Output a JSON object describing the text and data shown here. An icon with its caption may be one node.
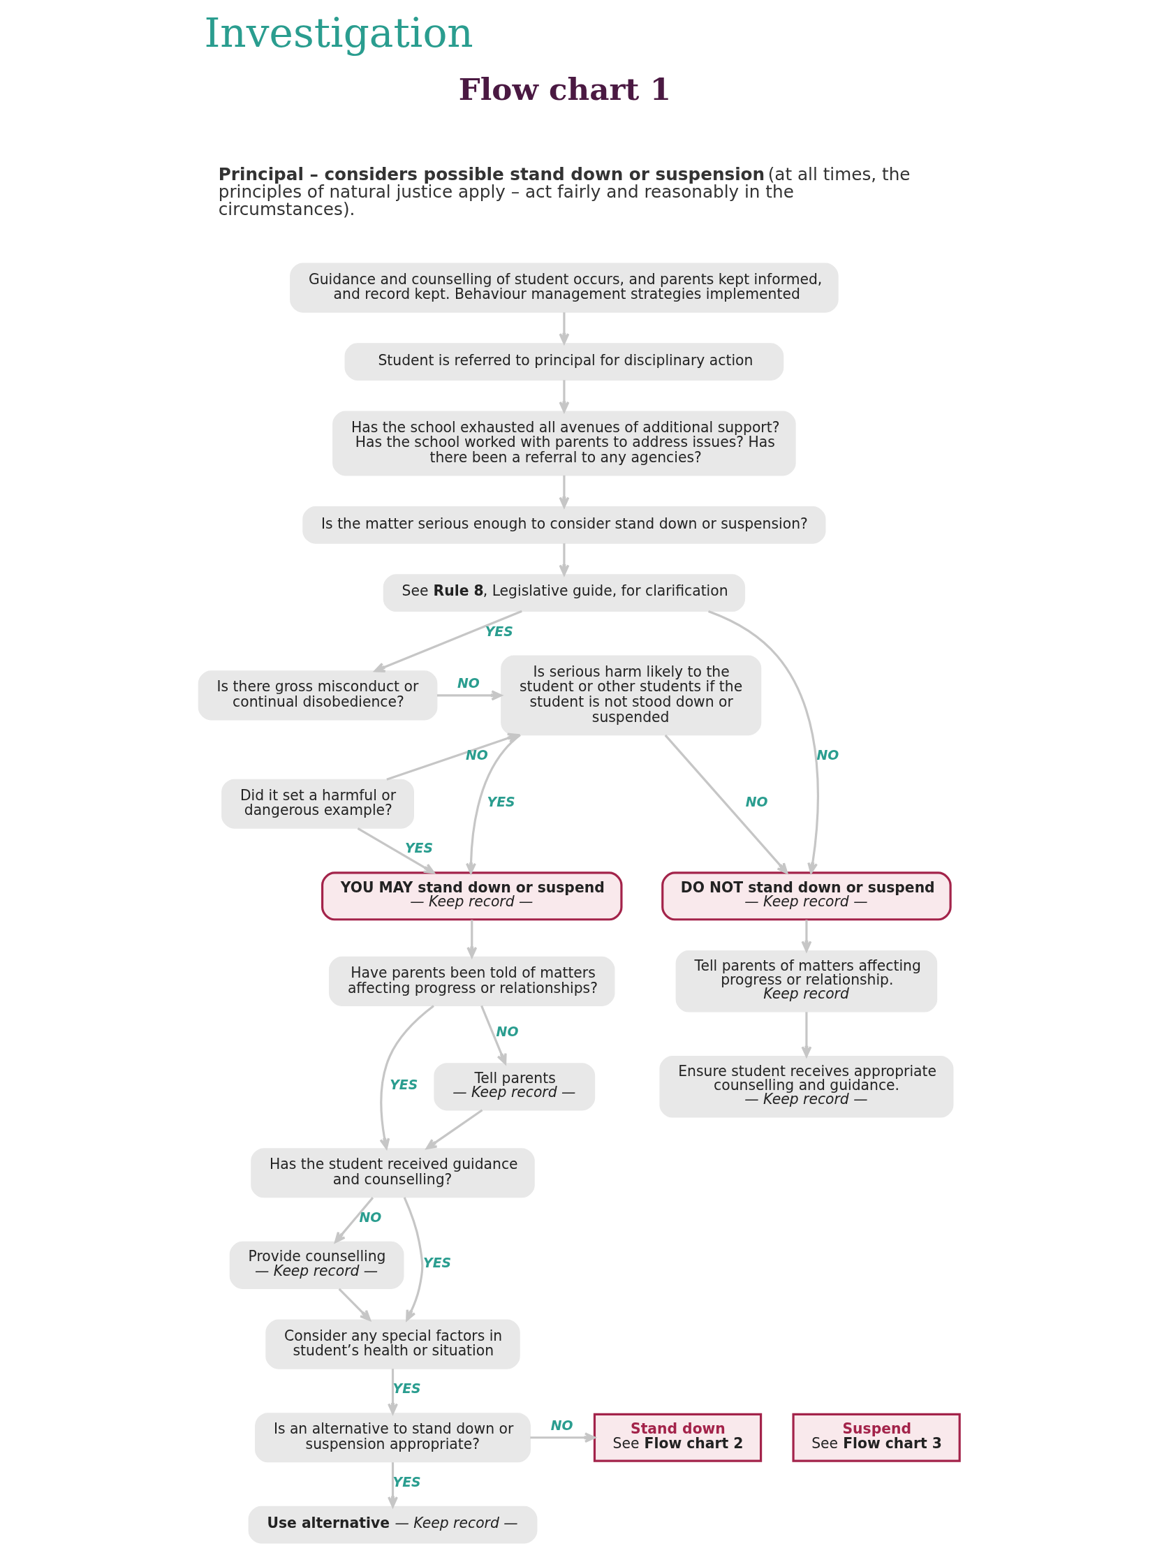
{
  "diagram": {
    "title": "Investigation",
    "nodes": [
      {
        "text": [
          "Guidance and counselling of student occurs, and parents kept informed, and record kept. Behaviour management strategies implemented"
        ]
      },
      {
        "text": [
          "Student is referred to principal for disciplinary action"
        ]
      },
      {
        "text": [
          "Has the school exhausted all avenues of additional support? Has the school worked with parents to address issues? Has there been a referral to any agencies?"
        ]
      },
      {
        "text": [
          "Is the matter serious enough to consider stand down or suspension?"
        ]
      },
      {
        "text": [
          "See **Rule 8**, Legislative guide, for clarification"
        ]
      },
      {
        "text": [
          "Is there gross misconduct or continual disobedience?"
        ]
      },
      {
        "text": [
          "Did it set a harmful or dangerous example?"
        ]
      },
      {
        "text": [
          "Is serious harm likely to the student or other students if the student is not stood down or suspended"
        ]
      },
      {
        "text": [
          "YOU MAY stand down or suspend",
          "— Keep record —"
        ]
      },
      {
        "text": [
          "DO NOT stand down or suspend",
          "— Keep record —"
        ]
      },
      {
        "text": [
          "Have parents been told of matters affecting progress or relationships?"
        ]
      },
      {
        "text": [
          "Tell parents",
          "— Keep record —"
        ]
      },
      {
        "text": [
          "Tell parents of matters affecting progress or relationship.",
          "Keep record"
        ]
      },
      {
        "text": [
          "Has the student received guidance and counselling?"
        ]
      },
      {
        "text": [
          "Provide counselling",
          "— Keep record —"
        ]
      },
      {
        "text": [
          "Ensure student receives appropriate counselling and guidance.",
          "— Keep record —"
        ]
      },
      {
        "text": [
          "Consider any special factors in student’s health or situation"
        ]
      },
      {
        "text": [
          "Is an alternative to stand down or suspension appropriate?"
        ]
      },
      {
        "text": [
          "Stand down",
          "See **Flow chart 2**"
        ]
      },
      {
        "text": [
          "Suspend",
          "See **Flow chart 3**"
        ]
      },
      {
        "text": [
          "**Use alternative** *— Keep record —*"
        ]
      }
    ],
    "edges": [
      {
        "from": 0,
        "to": 1,
        "arrow": "to"
      },
      {
        "from": 1,
        "to": 2,
        "arrow": "to"
      },
      {
        "from": 2,
        "to": 3,
        "arrow": "to"
      },
      {
        "from": 3,
        "to": 4,
        "arrow": "to"
      },
      {
        "from": 4,
        "to": 5,
        "arrow": "to",
        "label": "YES"
      },
      {
        "from": 4,
        "to": 9,
        "arrow": "to",
        "label": "NO"
      },
      {
        "from": 5,
        "to": 7,
        "arrow": "to",
        "label": "NO"
      },
      {
        "from": 6,
        "to": 7,
        "arrow": "to",
        "label": "NO"
      },
      {
        "from": 7,
        "to": 9,
        "arrow": "to",
        "label": "NO"
      },
      {
        "from": 7,
        "to": 8,
        "arrow": "to",
        "label": "YES"
      },
      {
        "from": 6,
        "to": 8,
        "arrow": "to",
        "label": "YES"
      },
      {
        "from": 8,
        "to": 10,
        "arrow": "to"
      },
      {
        "from": 9,
        "to": 12,
        "arrow": "to"
      },
      {
        "from": 10,
        "to": 11,
        "arrow": "to",
        "label": "NO"
      },
      {
        "from": 10,
        "to": 13,
        "arrow": "to",
        "label": "YES"
      },
      {
        "from": 11,
        "to": 13,
        "arrow": "to"
      },
      {
        "from": 12,
        "to": 15,
        "arrow": "to"
      },
      {
        "from": 13,
        "to": 14,
        "arrow": "to",
        "label": "NO"
      },
      {
        "from": 13,
        "to": 16,
        "arrow": "to",
        "label": "YES"
      },
      {
        "from": 14,
        "to": 16,
        "arrow": "to"
      },
      {
        "from": 16,
        "to": 17,
        "arrow": "to",
        "label": "YES"
      },
      {
        "from": 17,
        "to": 18,
        "arrow": "to",
        "label": "NO"
      },
      {
        "from": 17,
        "to": 20,
        "arrow": "to",
        "label": "YES"
      }
    ],
    "labels": [
      "Flow chart 1",
      "**Principal – considers possible stand down or suspension** (at all times, the principles of natural justice apply – act fairly and reasonably in the circumstances)."
    ]
  }
}
